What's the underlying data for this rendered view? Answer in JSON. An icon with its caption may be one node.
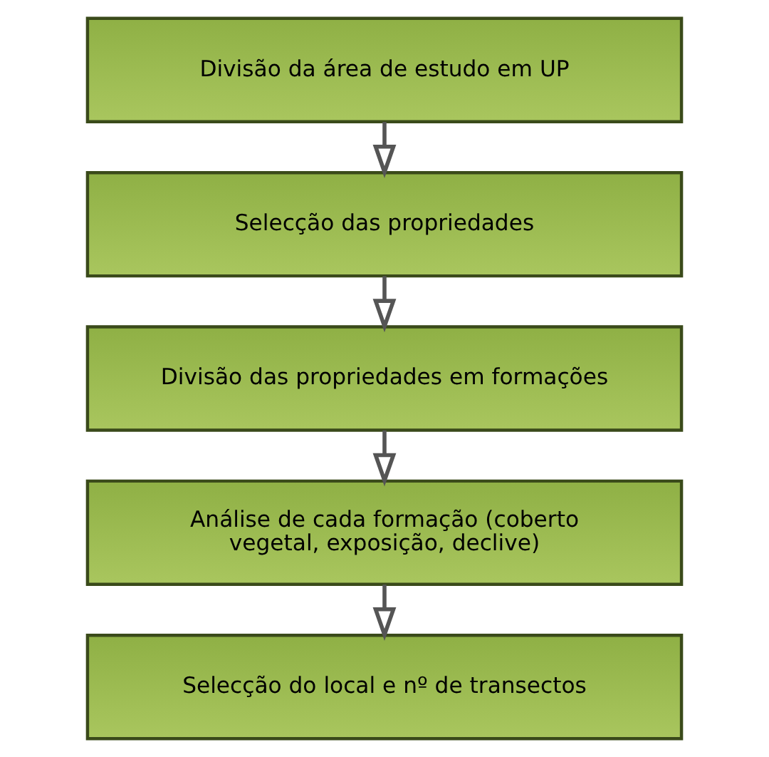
{
  "diagram": {
    "nodes": [
      {
        "text": [
          "Divisão da área de estudo em UP"
        ]
      },
      {
        "text": [
          "Selecção das propriedades"
        ]
      },
      {
        "text": [
          "Divisão das propriedades em formações"
        ]
      },
      {
        "text": [
          "Análise de cada formação (coberto vegetal, exposição, declive)"
        ]
      },
      {
        "text": [
          "Selecção do local e nº de transectos"
        ]
      }
    ],
    "edges": [
      {
        "from": 0,
        "to": 1,
        "arrow": "to"
      },
      {
        "from": 1,
        "to": 2,
        "arrow": "to"
      },
      {
        "from": 2,
        "to": 3,
        "arrow": "to"
      },
      {
        "from": 3,
        "to": 4,
        "arrow": "to"
      }
    ]
  }
}
